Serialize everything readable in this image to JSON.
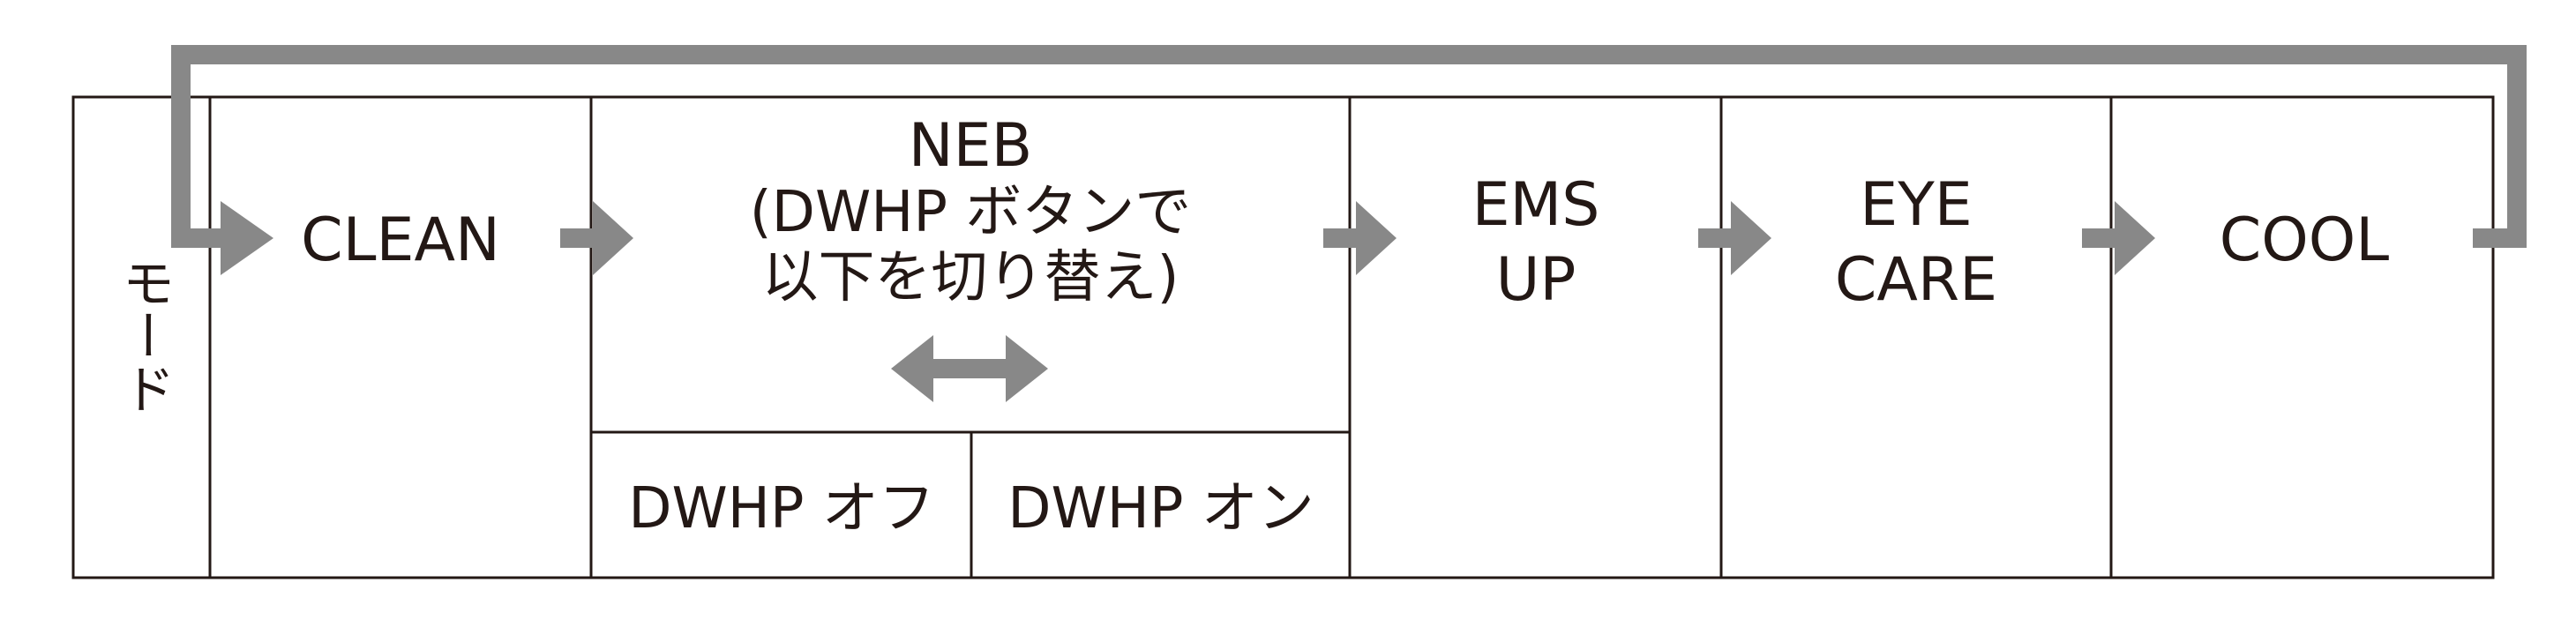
{
  "colors": {
    "line": "#231815",
    "arrow": "#888888",
    "background": "#ffffff"
  },
  "mode_label": "モード",
  "modes": {
    "clean": {
      "label": "CLEAN"
    },
    "neb": {
      "lines": [
        "NEB",
        "(DWHP ボタンで",
        "以下を切り替え)"
      ]
    },
    "ems": {
      "lines": [
        "EMS",
        "UP"
      ]
    },
    "eye": {
      "lines": [
        "EYE",
        "CARE"
      ]
    },
    "cool": {
      "label": "COOL"
    }
  },
  "dwhp": {
    "off": "DWHP オフ",
    "on": "DWHP オン"
  },
  "icons": {
    "flow_arrow": "arrow-right-icon",
    "toggle": "double-arrow-icon",
    "loop": "loop-arrow-icon"
  }
}
